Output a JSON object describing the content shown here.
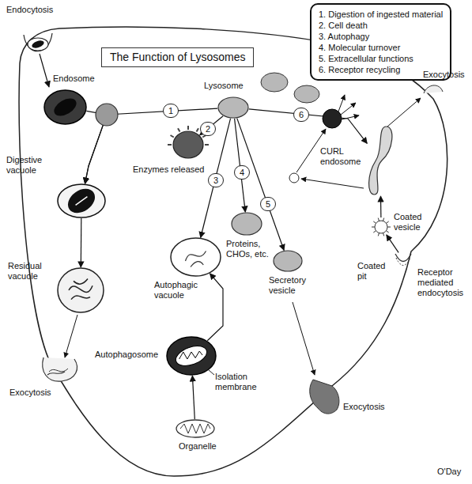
{
  "diagram": {
    "title": "The Function of Lysosomes",
    "nodes": [
      {
        "text": [
          "1. Digestion of ingested material",
          "2. Cell death",
          "3. Autophagy",
          "4. Molecular turnover",
          "5. Extracellular functions",
          "6. Receptor recycling"
        ]
      },
      {
        "text": [
          "Endosome"
        ]
      },
      {
        "text": [
          "Lysosome"
        ]
      },
      {
        "text": [
          "Digestive vacuole"
        ]
      },
      {
        "text": [
          "Residual vacuole"
        ]
      },
      {
        "text": [
          "Enzymes released"
        ]
      },
      {
        "text": [
          "Autophagic vacuole"
        ]
      },
      {
        "text": [
          "Proteins, CHOs, etc."
        ]
      },
      {
        "text": [
          "Secretory vesicle"
        ]
      },
      {
        "text": [
          "CURL endosome"
        ]
      },
      {
        "text": [
          "Coated vesicle"
        ]
      },
      {
        "text": [
          "Coated pit"
        ]
      },
      {
        "text": [
          "Autophagosome"
        ]
      },
      {
        "text": [
          "Organelle"
        ]
      }
    ],
    "edges": [
      {
        "from": 1,
        "to": 3,
        "arrow": "to"
      },
      {
        "from": 2,
        "to": 3,
        "label": "1",
        "arrow": "to"
      },
      {
        "from": 3,
        "to": 4,
        "arrow": "to"
      },
      {
        "from": 2,
        "to": 5,
        "label": "2",
        "arrow": "to"
      },
      {
        "from": 2,
        "to": 6,
        "label": "3",
        "arrow": "to"
      },
      {
        "from": 2,
        "to": 7,
        "label": "4",
        "arrow": "to"
      },
      {
        "from": 2,
        "to": 8,
        "label": "5",
        "arrow": "to"
      },
      {
        "from": 2,
        "to": 9,
        "label": "6",
        "arrow": "to"
      },
      {
        "from": 13,
        "to": 12,
        "arrow": "to"
      },
      {
        "from": 12,
        "to": 6,
        "arrow": "to"
      },
      {
        "from": 11,
        "to": 10,
        "arrow": "to"
      },
      {
        "from": 10,
        "to": 9,
        "arrow": "to"
      }
    ],
    "labels": [
      "Endocytosis",
      "Exocytosis",
      "Exocytosis",
      "Exocytosis",
      "Receptor mediated endocytosis",
      "Isolation membrane",
      "O'Day"
    ]
  }
}
